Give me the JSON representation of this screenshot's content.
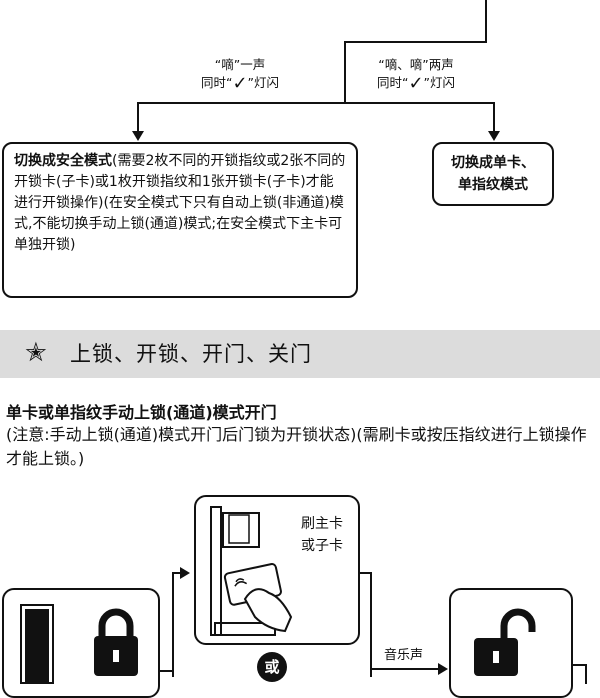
{
  "flow_top": {
    "left_note": {
      "line1": "“嘀”一声",
      "line2_prefix": "同时“",
      "check": "✓",
      "line2_suffix": "”灯闪"
    },
    "right_note": {
      "line1": "“嘀、嘀”两声",
      "line2_prefix": "同时“",
      "check": "✓",
      "line2_suffix": "”灯闪"
    }
  },
  "box_left": {
    "bold": "切换成安全模式",
    "text": "(需要2枚不同的开锁指纹或2张不同的开锁卡(子卡)或1枚开锁指纹和1张开锁卡(子卡)才能进行开锁操作)(在安全模式下只有自动上锁(非通道)模式,不能切换手动上锁(通道)模式;在安全模式下主卡可单独开锁)"
  },
  "box_right": {
    "line1": "切换成单卡、",
    "line2": "单指纹模式"
  },
  "section": {
    "star": "✭",
    "title": "上锁、开锁、开门、关门"
  },
  "heading": "单卡或单指纹手动上锁(通道)模式开门",
  "paragraph": "(注意:手动上锁(通道)模式开门后门锁为开锁状态)(需刷卡或按压指纹进行上锁操作才能上锁。)",
  "card_step": {
    "line1": "刷主卡",
    "line2": "或子卡"
  },
  "or_label": "或",
  "music_label": "音乐声",
  "icons": {
    "door": "door-icon",
    "locked": "padlock-closed-icon",
    "unlocked": "padlock-open-icon",
    "hand_card": "hand-card-icon"
  }
}
